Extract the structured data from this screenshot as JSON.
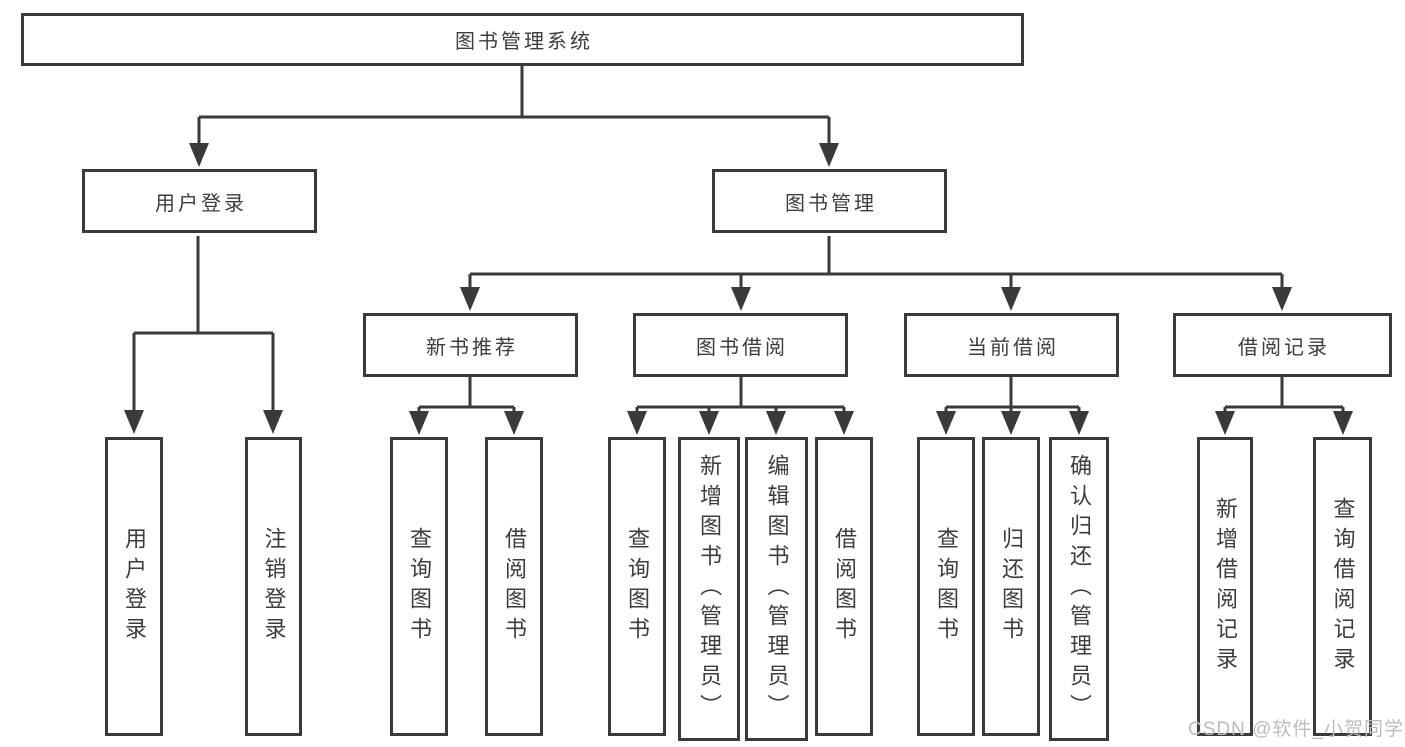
{
  "colors": {
    "line": "#3a3a3a",
    "text": "#3d3d3d",
    "background": "#ffffff",
    "watermark": "#bcbcbc"
  },
  "watermark": {
    "text": "CSDN @软件_小贺同学"
  },
  "tree": {
    "label": "图书管理系统",
    "children": [
      {
        "label": "用户登录",
        "children": [
          {
            "label": "用户登录"
          },
          {
            "label": "注销登录"
          }
        ]
      },
      {
        "label": "图书管理",
        "children": [
          {
            "label": "新书推荐",
            "children": [
              {
                "label": "查询图书"
              },
              {
                "label": "借阅图书"
              }
            ]
          },
          {
            "label": "图书借阅",
            "children": [
              {
                "label": "查询图书"
              },
              {
                "label": "新增图书（管理员）"
              },
              {
                "label": "编辑图书（管理员）"
              },
              {
                "label": "借阅图书"
              }
            ]
          },
          {
            "label": "当前借阅",
            "children": [
              {
                "label": "查询图书"
              },
              {
                "label": "归还图书"
              },
              {
                "label": "确认归还（管理员）"
              }
            ]
          },
          {
            "label": "借阅记录",
            "children": [
              {
                "label": "新增借阅记录"
              },
              {
                "label": "查询借阅记录"
              }
            ]
          }
        ]
      }
    ]
  }
}
